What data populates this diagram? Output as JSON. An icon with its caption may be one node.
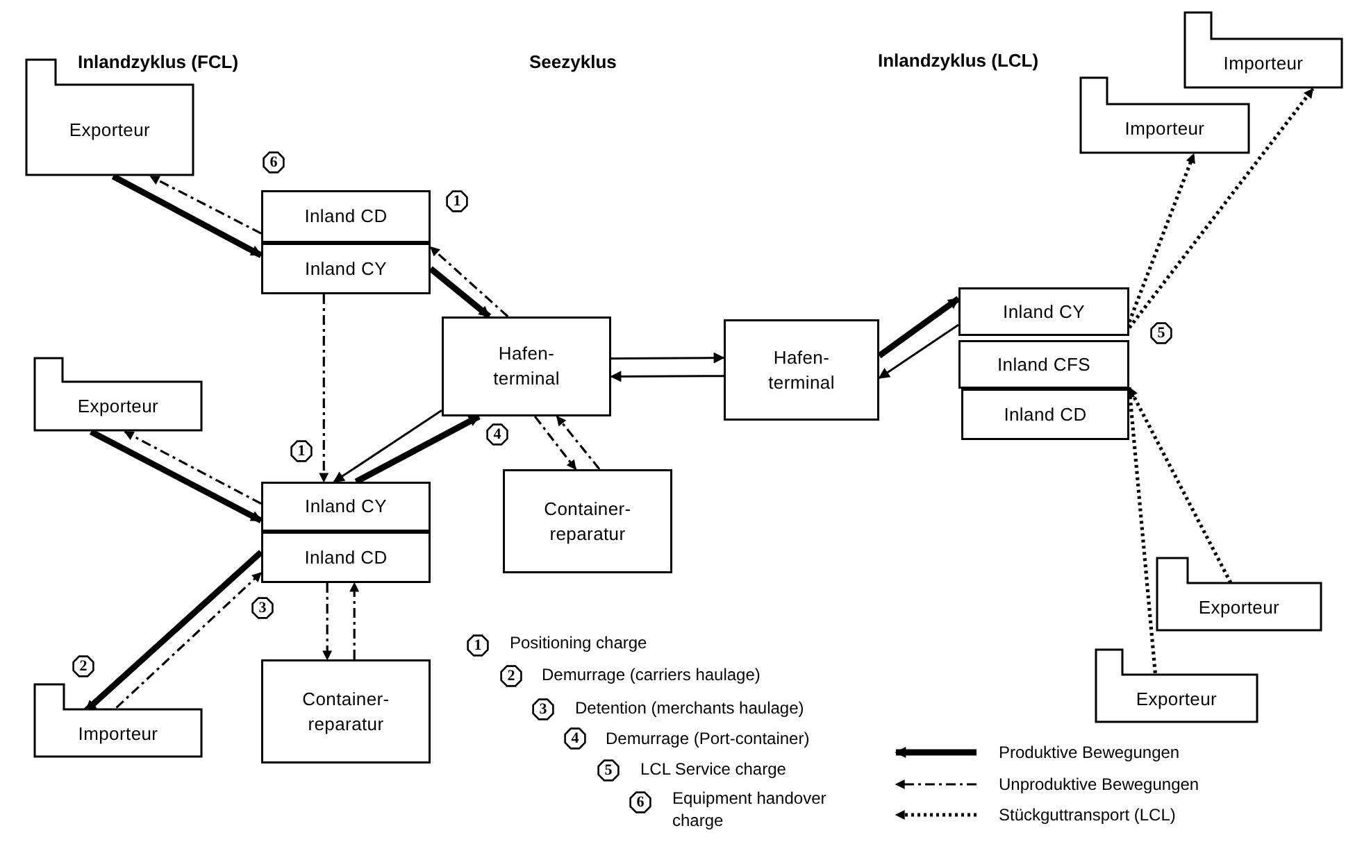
{
  "diagram": {
    "nodes": [
      {
        "text": [
          "Exporteur"
        ]
      },
      {
        "text": [
          "Inland CD"
        ]
      },
      {
        "text": [
          "Inland CY"
        ]
      },
      {
        "text": [
          "Exporteur"
        ]
      },
      {
        "text": [
          "Inland CY"
        ]
      },
      {
        "text": [
          "Inland CD"
        ]
      },
      {
        "text": [
          "Importeur"
        ]
      },
      {
        "text": [
          "Container-reparatur"
        ]
      },
      {
        "text": [
          "Hafen-terminal"
        ]
      },
      {
        "text": [
          "Container-reparatur"
        ]
      },
      {
        "text": [
          "Hafen-terminal"
        ]
      },
      {
        "text": [
          "Inland CY"
        ]
      },
      {
        "text": [
          "Inland CFS"
        ]
      },
      {
        "text": [
          "Inland CD"
        ]
      },
      {
        "text": [
          "Importeur"
        ]
      },
      {
        "text": [
          "Importeur"
        ]
      },
      {
        "text": [
          "Exporteur"
        ]
      },
      {
        "text": [
          "Exporteur"
        ]
      }
    ],
    "edges": [
      {
        "from": 0,
        "to": 2,
        "arrow": "to",
        "style": "thick"
      },
      {
        "from": 1,
        "to": 0,
        "arrow": "to",
        "style": "dashed"
      },
      {
        "from": 2,
        "to": 8,
        "arrow": "to",
        "style": "thick"
      },
      {
        "from": 8,
        "to": 2,
        "arrow": "to",
        "style": "dashed"
      },
      {
        "from": 2,
        "to": 4,
        "arrow": "to",
        "style": "dashed"
      },
      {
        "from": 3,
        "to": 4,
        "arrow": "to",
        "style": "thick"
      },
      {
        "from": 4,
        "to": 3,
        "arrow": "to",
        "style": "dashed"
      },
      {
        "from": 8,
        "to": 4,
        "arrow": "to"
      },
      {
        "from": 4,
        "to": 8,
        "arrow": "to",
        "style": "thick"
      },
      {
        "from": 5,
        "to": 6,
        "arrow": "to",
        "style": "thick"
      },
      {
        "from": 6,
        "to": 5,
        "arrow": "to",
        "style": "dashed"
      },
      {
        "from": 5,
        "to": 7,
        "arrow": "to",
        "style": "dashed"
      },
      {
        "from": 7,
        "to": 5,
        "arrow": "to",
        "style": "dashed"
      },
      {
        "from": 8,
        "to": 9,
        "arrow": "to",
        "style": "dashed"
      },
      {
        "from": 9,
        "to": 8,
        "arrow": "to",
        "style": "dashed"
      },
      {
        "from": 8,
        "to": 10,
        "arrow": "to"
      },
      {
        "from": 10,
        "to": 8,
        "arrow": "to"
      },
      {
        "from": 10,
        "to": 11,
        "arrow": "to",
        "style": "thick"
      },
      {
        "from": 11,
        "to": 10,
        "arrow": "to"
      },
      {
        "from": 11,
        "to": 15,
        "arrow": "to",
        "style": "dashed"
      },
      {
        "from": 11,
        "to": 14,
        "arrow": "to",
        "style": "dashed"
      },
      {
        "from": 16,
        "to": 12,
        "arrow": "to",
        "style": "dashed"
      },
      {
        "from": 17,
        "to": 12,
        "arrow": "to",
        "style": "dashed"
      }
    ],
    "labels": [
      "Inlandzyklus (FCL)",
      "Seezyklus",
      "Inlandzyklus (LCL)",
      "6",
      "1",
      "1",
      "4",
      "5",
      "3",
      "2",
      "1",
      "Positioning charge",
      "2",
      "Demurrage (carriers haulage)",
      "3",
      "Detention (merchants haulage)",
      "4",
      "Demurrage (Port-container)",
      "5",
      "LCL Service charge",
      "6",
      "Equipment handover charge"
    ],
    "legend": [
      {
        "text": "Produktive Bewegungen"
      },
      {
        "text": "Unproduktive Bewegungen"
      },
      {
        "text": "Stückguttransport (LCL)"
      }
    ]
  }
}
